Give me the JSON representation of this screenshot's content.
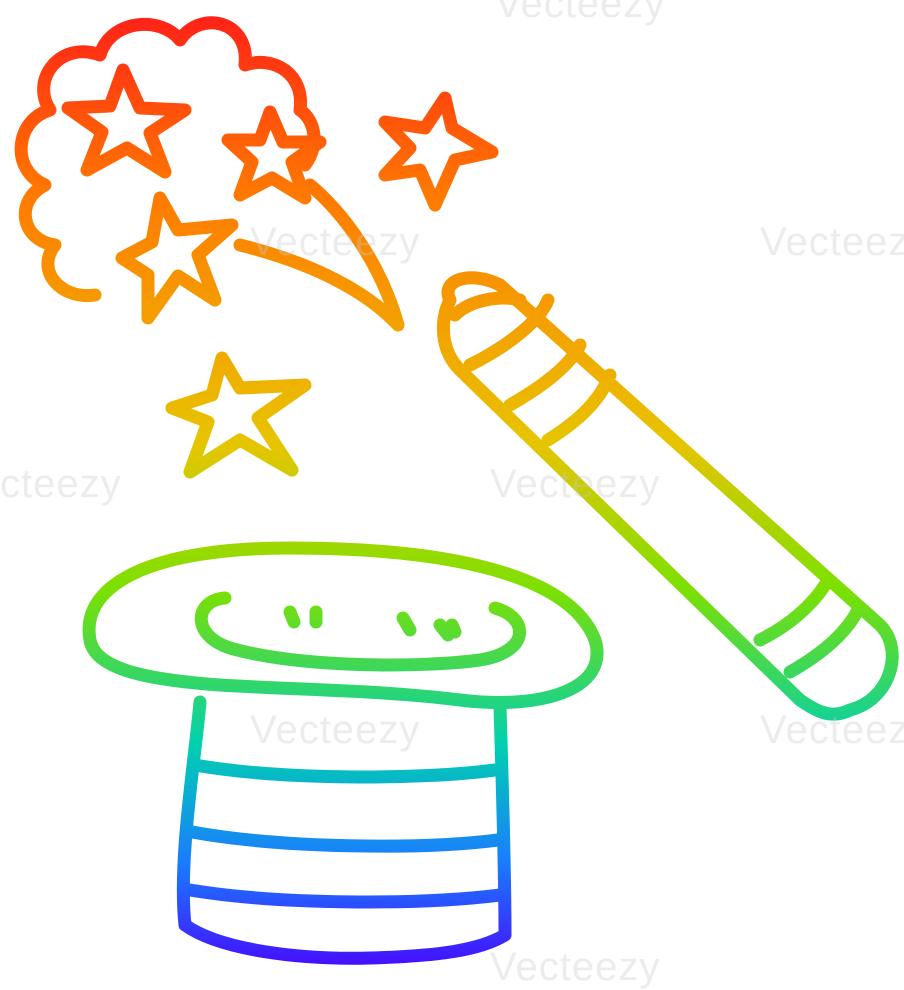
{
  "illustration": {
    "subject": "cartoon magic top hat and magic wand with stars",
    "palette": {
      "top": "#ff1a1a",
      "orange": "#ff7a00",
      "yellow": "#e8c400",
      "green": "#7ee000",
      "cyan": "#00d0b0",
      "blue": "#1a7cff",
      "bottom": "#4a00ff",
      "background": "#ffffff"
    }
  },
  "watermark": {
    "text_1": "Vecteezy",
    "text_2": "Vecteezy",
    "text_3": "Vecteezy",
    "text_4": "Vecteezy",
    "text_5": "cteezy",
    "text_6": "Vecteezy",
    "text_7": "Vecteezy",
    "text_8": "Vecteezy",
    "icon": "v-circle-logo-icon"
  }
}
